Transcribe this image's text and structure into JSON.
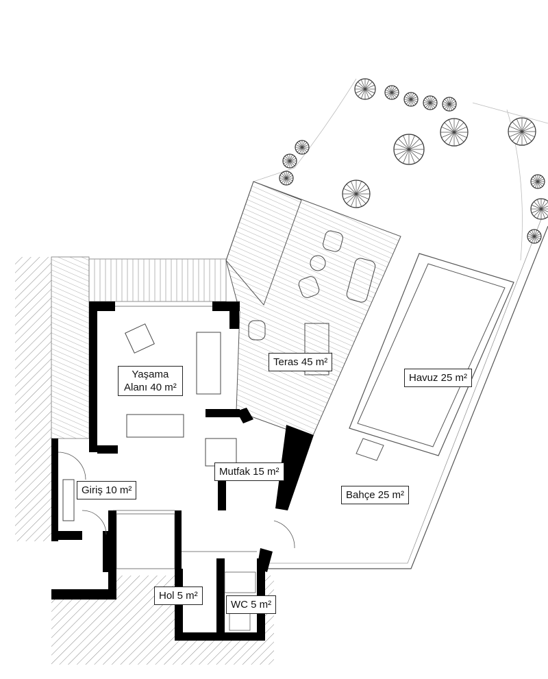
{
  "plan": {
    "rooms": [
      {
        "id": "yasama",
        "line1": "Yaşama",
        "line2": "Alanı 40 m²"
      },
      {
        "id": "teras",
        "text": "Teras 45 m²"
      },
      {
        "id": "havuz",
        "text": "Havuz 25 m²"
      },
      {
        "id": "mutfak",
        "text": "Mutfak 15 m²"
      },
      {
        "id": "giris",
        "text": "Giriş 10 m²"
      },
      {
        "id": "bahce",
        "text": "Bahçe 25 m²"
      },
      {
        "id": "hol",
        "text": "Hol 5 m²"
      },
      {
        "id": "wc",
        "text": "WC 5 m²"
      }
    ],
    "colors": {
      "wall": "#000000",
      "line": "#555555",
      "hatch": "#777777",
      "background": "#ffffff"
    }
  }
}
